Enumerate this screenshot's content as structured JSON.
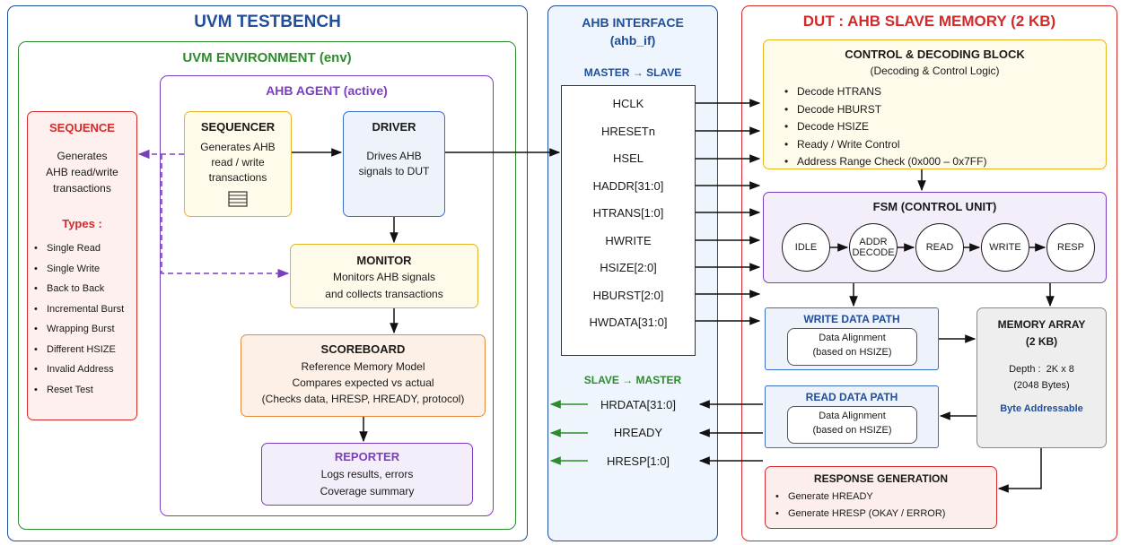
{
  "testbench": {
    "title": "UVM TESTBENCH",
    "environment": {
      "title": "UVM ENVIRONMENT (env)",
      "sequence": {
        "title": "SEQUENCE",
        "desc": [
          "Generates",
          "AHB read/write",
          "transactions"
        ],
        "types_title": "Types :",
        "types": [
          "Single Read",
          "Single Write",
          "Back to Back",
          "Incremental Burst",
          "Wrapping Burst",
          "Different HSIZE",
          "Invalid Address",
          "Reset Test"
        ]
      },
      "agent": {
        "title": "AHB AGENT (active)",
        "sequencer": {
          "title": "SEQUENCER",
          "desc": [
            "Generates AHB",
            "read / write",
            "transactions"
          ]
        },
        "driver": {
          "title": "DRIVER",
          "desc": [
            "Drives AHB",
            "signals to DUT"
          ]
        },
        "monitor": {
          "title": "MONITOR",
          "desc": [
            "Monitors AHB signals",
            "and collects transactions"
          ]
        },
        "scoreboard": {
          "title": "SCOREBOARD",
          "desc": [
            "Reference Memory Model",
            "Compares expected vs actual",
            "(Checks data, HRESP, HREADY, protocol)"
          ]
        },
        "reporter": {
          "title": "REPORTER",
          "desc": [
            "Logs results, errors",
            "Coverage summary"
          ]
        }
      }
    }
  },
  "interface": {
    "title": "AHB INTERFACE",
    "subtitle": "(ahb_if)",
    "master_to_slave_label": "MASTER → SLAVE",
    "master_signals": [
      "HCLK",
      "HRESETn",
      "HSEL",
      "HADDR[31:0]",
      "HTRANS[1:0]",
      "HWRITE",
      "HSIZE[2:0]",
      "HBURST[2:0]",
      "HWDATA[31:0]"
    ],
    "slave_to_master_label": "SLAVE → MASTER",
    "slave_signals": [
      "HRDATA[31:0]",
      "HREADY",
      "HRESP[1:0]"
    ]
  },
  "dut": {
    "title": "DUT : AHB SLAVE MEMORY (2 KB)",
    "control": {
      "title": "CONTROL & DECODING BLOCK",
      "subtitle": "(Decoding & Control Logic)",
      "items": [
        "Decode HTRANS",
        "Decode HBURST",
        "Decode HSIZE",
        "Ready / Write Control",
        "Address Range Check (0x000 – 0x7FF)"
      ]
    },
    "fsm": {
      "title": "FSM (CONTROL UNIT)",
      "states": [
        "IDLE",
        "ADDR DECODE",
        "READ",
        "WRITE",
        "RESP"
      ]
    },
    "write_path": {
      "title": "WRITE DATA PATH",
      "inner": [
        "Data Alignment",
        "(based on HSIZE)"
      ]
    },
    "read_path": {
      "title": "READ DATA PATH",
      "inner": [
        "Data Alignment",
        "(based on HSIZE)"
      ]
    },
    "memory": {
      "title": [
        "MEMORY ARRAY",
        "(2 KB)"
      ],
      "depth": [
        "Depth :  2K x 8",
        "(2048 Bytes)"
      ],
      "note": "Byte Addressable"
    },
    "response": {
      "title": "RESPONSE GENERATION",
      "items": [
        "Generate HREADY",
        "Generate HRESP (OKAY / ERROR)"
      ]
    }
  },
  "colors": {
    "testbench": "#1f4e9a",
    "environment": "#2e8b2e",
    "agent": "#7a3fbf",
    "dut": "#d42a2a",
    "green_arrow": "#2e8b2e",
    "purple_dash": "#7a3fbf"
  }
}
